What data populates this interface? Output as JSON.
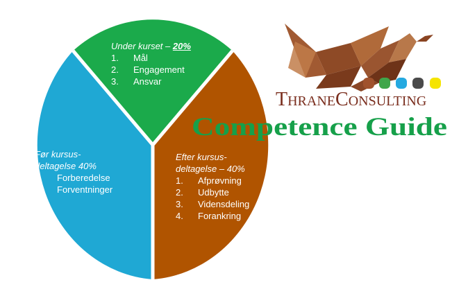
{
  "diagram": {
    "segments": [
      {
        "id": "before",
        "heading_line1": "Før kursus-",
        "heading_line2": "deltagelse 40%",
        "items": [
          "Forberedelse",
          "Forventninger"
        ],
        "color": "#1FA8D4"
      },
      {
        "id": "during",
        "heading": "Under kurset – ",
        "heading_pct": "20%",
        "items": [
          "Mål",
          "Engagement",
          "Ansvar"
        ],
        "color": "#1BAA4B"
      },
      {
        "id": "after",
        "heading_line1": "Efter kursus-",
        "heading_line2": "deltagelse – 40%",
        "items": [
          "Afprøvning",
          "Udbytte",
          "Vidensdeling",
          "Forankring"
        ],
        "color": "#B05400"
      }
    ],
    "numbers": [
      "1.",
      "2.",
      "3.",
      "4."
    ]
  },
  "logo": {
    "brand_first": "T",
    "brand_rest1": "HRANE",
    "brand_c": "C",
    "brand_rest2": "ONSULTING",
    "brand_color": "#7A2E1E",
    "guide": "Competence Guide",
    "guide_color": "#16A04A",
    "dot_colors": [
      "#A0522D",
      "#3FA64A",
      "#25A9E0",
      "#4A4A4A",
      "#F5E400"
    ],
    "icon": "origami-crane-icon"
  }
}
